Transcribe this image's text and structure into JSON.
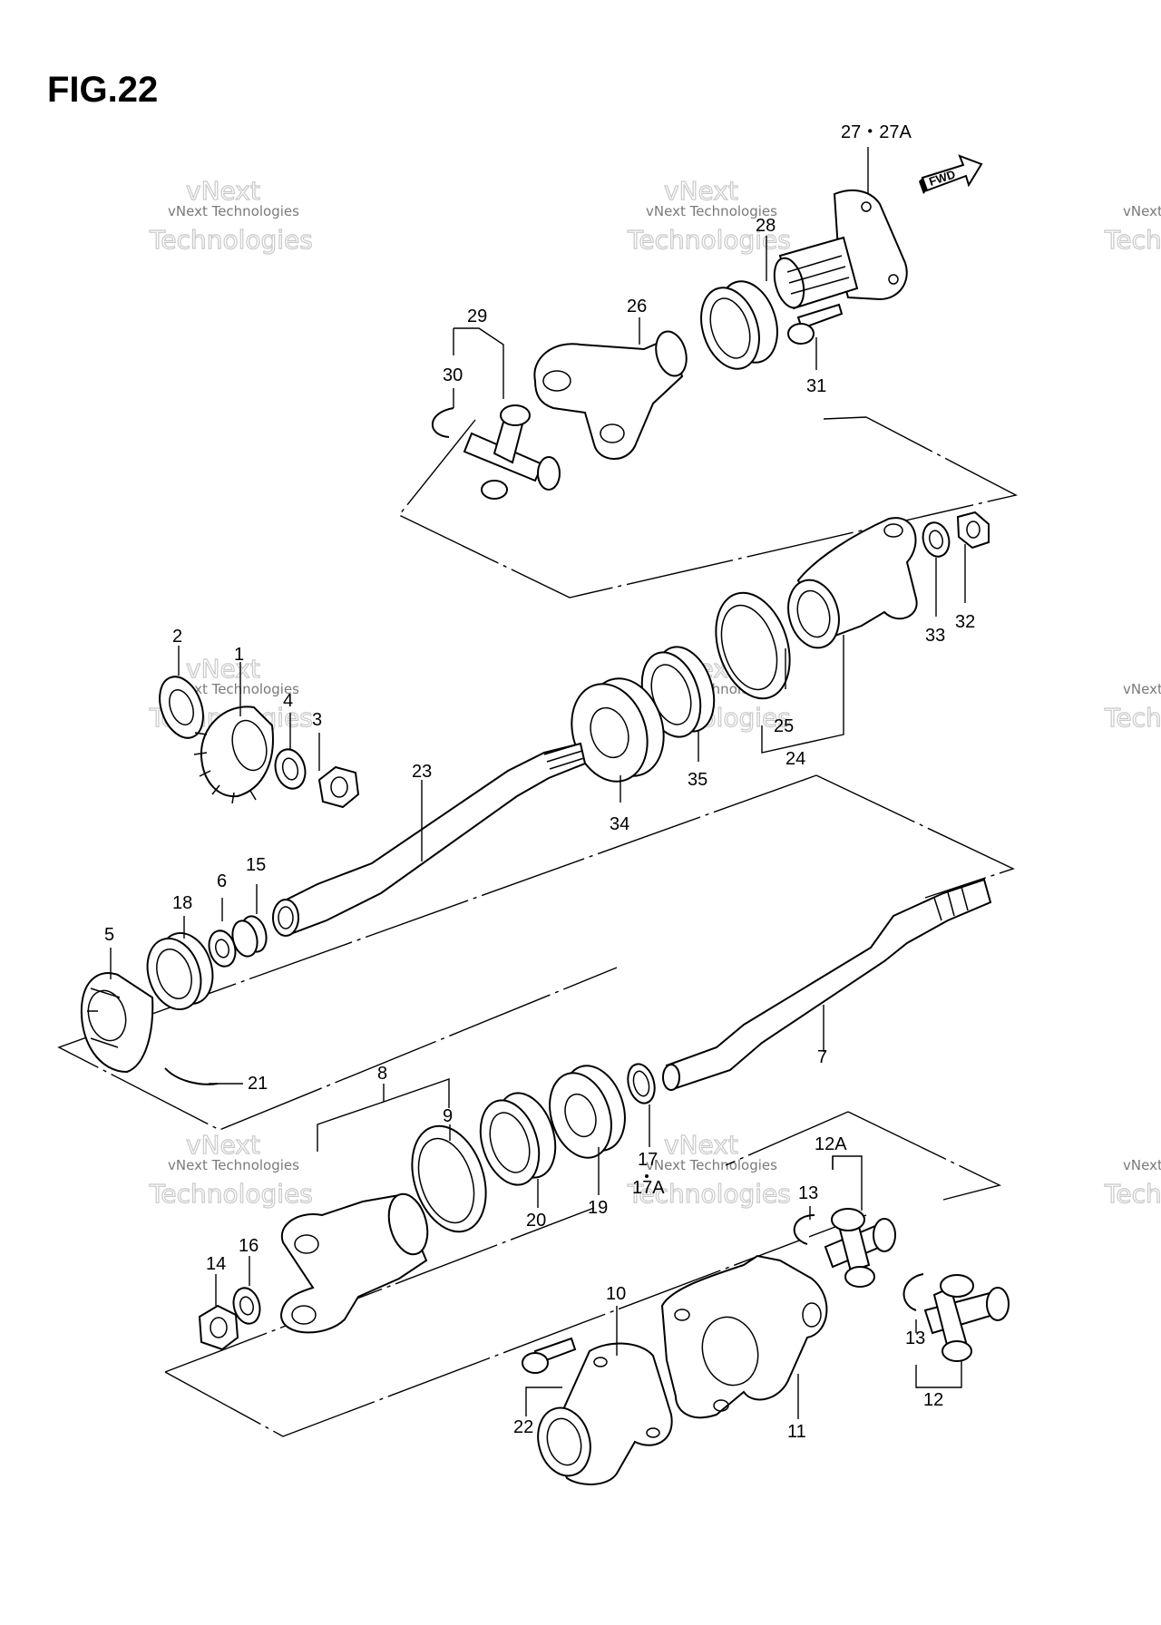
{
  "figure": {
    "title": "FIG.22",
    "fwd_label": "FWD",
    "watermark": {
      "line1": "vNext Technologies",
      "line2": "vNext",
      "line3": "Technologies"
    }
  },
  "callouts": [
    {
      "id": "c27",
      "label": "27・27A"
    },
    {
      "id": "c28",
      "label": "28"
    },
    {
      "id": "c29",
      "label": "29"
    },
    {
      "id": "c30",
      "label": "30"
    },
    {
      "id": "c26",
      "label": "26"
    },
    {
      "id": "c31",
      "label": "31"
    },
    {
      "id": "c33",
      "label": "33"
    },
    {
      "id": "c32",
      "label": "32"
    },
    {
      "id": "c2",
      "label": "2"
    },
    {
      "id": "c1",
      "label": "1"
    },
    {
      "id": "c4",
      "label": "4"
    },
    {
      "id": "c3",
      "label": "3"
    },
    {
      "id": "c25",
      "label": "25"
    },
    {
      "id": "c24",
      "label": "24"
    },
    {
      "id": "c35",
      "label": "35"
    },
    {
      "id": "c34",
      "label": "34"
    },
    {
      "id": "c23",
      "label": "23"
    },
    {
      "id": "c15",
      "label": "15"
    },
    {
      "id": "c6",
      "label": "6"
    },
    {
      "id": "c18",
      "label": "18"
    },
    {
      "id": "c5",
      "label": "5"
    },
    {
      "id": "c21",
      "label": "21"
    },
    {
      "id": "c7",
      "label": "7"
    },
    {
      "id": "c8",
      "label": "8"
    },
    {
      "id": "c9",
      "label": "9"
    },
    {
      "id": "c17",
      "label": "17"
    },
    {
      "id": "c17a",
      "label": "17A"
    },
    {
      "id": "c19",
      "label": "19"
    },
    {
      "id": "c20",
      "label": "20"
    },
    {
      "id": "c12a",
      "label": "12A"
    },
    {
      "id": "c13a",
      "label": "13"
    },
    {
      "id": "c13b",
      "label": "13"
    },
    {
      "id": "c12",
      "label": "12"
    },
    {
      "id": "c16",
      "label": "16"
    },
    {
      "id": "c14",
      "label": "14"
    },
    {
      "id": "c10",
      "label": "10"
    },
    {
      "id": "c22",
      "label": "22"
    },
    {
      "id": "c11",
      "label": "11"
    }
  ]
}
